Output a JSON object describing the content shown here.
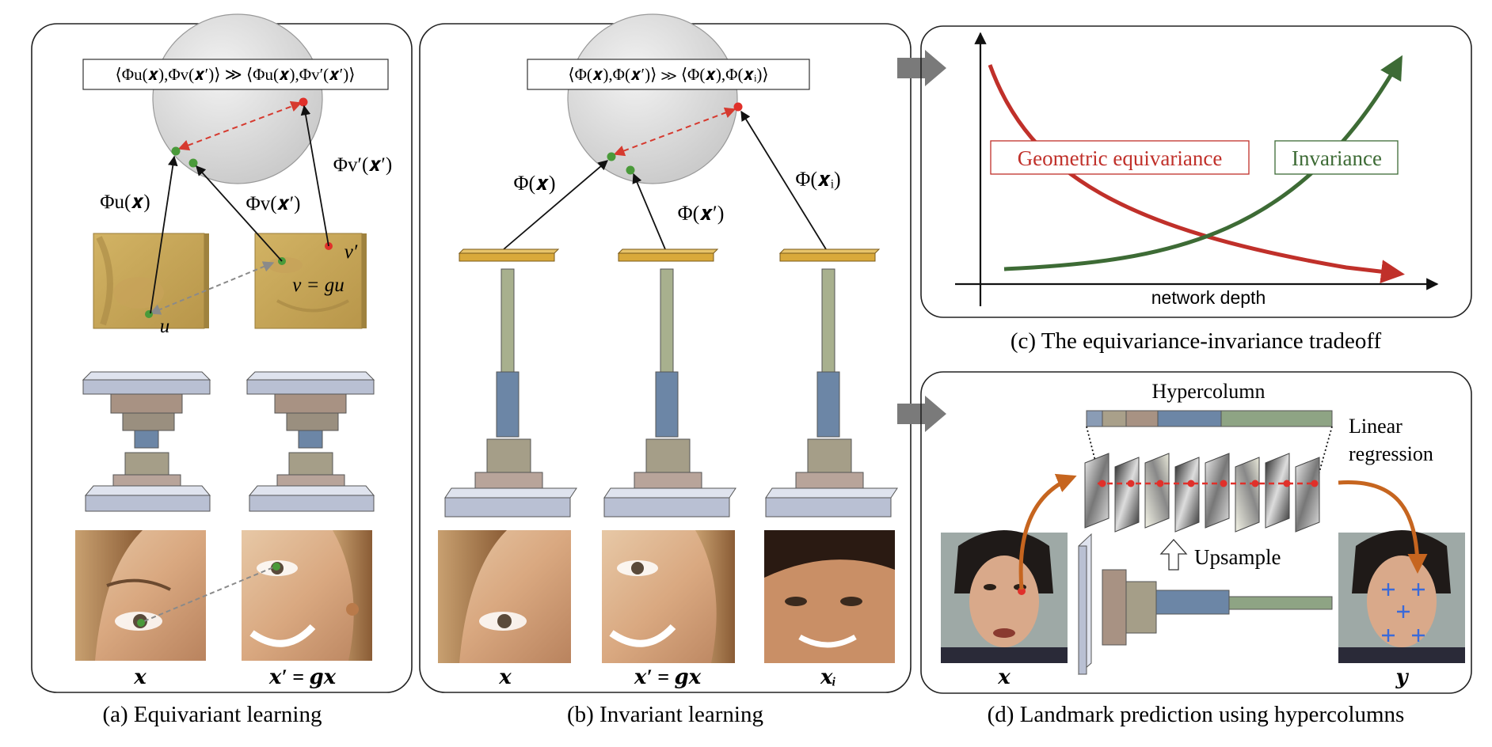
{
  "panels": {
    "a": {
      "caption": "(a) Equivariant learning",
      "formula_box": "⟨Φu(𝒙),Φv(𝒙′)⟩ ≫ ⟨Φu(𝒙),Φv′(𝒙′)⟩",
      "label_phi_u_x": "Φu(𝒙)",
      "label_phi_v_x2": "Φv(𝒙′)",
      "label_phi_v2_x2": "Φv′(𝒙′)",
      "label_u": "u",
      "label_v_gu": "v = gu",
      "label_v_prime": "v′",
      "label_x": "𝒙",
      "label_x2_gx": "𝒙′ = 𝒈𝒙"
    },
    "b": {
      "caption": "(b) Invariant learning",
      "formula_box": "⟨Φ(𝒙),Φ(𝒙′)⟩ ≫ ⟨Φ(𝒙),Φ(𝒙ᵢ)⟩",
      "label_phi_x": "Φ(𝒙)",
      "label_phi_x2": "Φ(𝒙′)",
      "label_phi_xi": "Φ(𝒙ᵢ)",
      "label_x": "𝒙",
      "label_x2_gx": "𝒙′ = 𝒈𝒙",
      "label_xi": "𝒙ᵢ"
    },
    "c": {
      "caption": "(c) The equivariance-invariance tradeoff",
      "label_equivariance": "Geometric equivariance",
      "label_invariance": "Invariance",
      "xlabel": "network depth"
    },
    "d": {
      "caption": "(d) Landmark prediction using hypercolumns",
      "label_hypercolumn": "Hypercolumn",
      "label_linear": "Linear",
      "label_regression": "regression",
      "label_upsample": "Upsample",
      "label_x": "𝒙",
      "label_y": "𝒚"
    }
  },
  "colors": {
    "red": "#c0302a",
    "green": "#3d6b35",
    "arrow_orange": "#c6651f",
    "gray_arrow": "#7a7a7a"
  }
}
